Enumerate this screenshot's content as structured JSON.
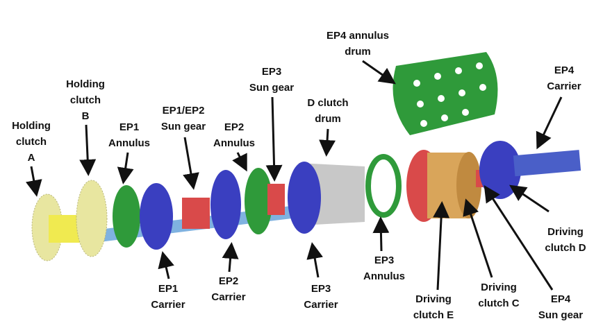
{
  "labels": {
    "holding_clutch_a": [
      "Holding",
      "clutch",
      "A"
    ],
    "holding_clutch_b": [
      "Holding",
      "clutch",
      "B"
    ],
    "ep1_annulus": [
      "EP1",
      "Annulus"
    ],
    "ep1_ep2_sun_gear": [
      "EP1/EP2",
      "Sun gear"
    ],
    "ep2_annulus": [
      "EP2",
      "Annulus"
    ],
    "ep3_sun_gear": [
      "EP3",
      "Sun gear"
    ],
    "d_clutch_drum": [
      "D clutch",
      "drum"
    ],
    "ep4_annulus_drum": [
      "EP4 annulus",
      "drum"
    ],
    "ep4_carrier": [
      "EP4",
      "Carrier"
    ],
    "driving_clutch_d": [
      "Driving",
      "clutch D"
    ],
    "ep4_sun_gear": [
      "EP4",
      "Sun gear"
    ],
    "driving_clutch_c": [
      "Driving",
      "clutch C"
    ],
    "driving_clutch_e": [
      "Driving",
      "clutch E"
    ],
    "ep3_annulus": [
      "EP3",
      "Annulus"
    ],
    "ep3_carrier": [
      "EP3",
      "Carrier"
    ],
    "ep2_carrier": [
      "EP2",
      "Carrier"
    ],
    "ep1_carrier": [
      "EP1",
      "Carrier"
    ]
  },
  "colors": {
    "clutch_yellow": "#e8e6a0",
    "green": "#2f9a3a",
    "blue": "#3a3fc0",
    "red": "#d94a4a",
    "grey": "#c8c8c8",
    "orange": "#d9a55a",
    "shaft": "#7fb2e0"
  }
}
